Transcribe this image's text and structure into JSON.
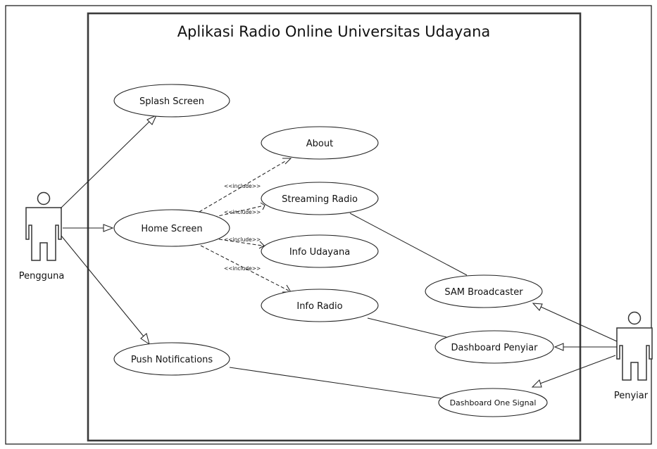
{
  "title": "Aplikasi Radio Online Universitas Udayana",
  "actors": {
    "pengguna": "Pengguna",
    "penyiar": "Penyiar"
  },
  "use_cases": {
    "splash_screen": "Splash Screen",
    "about": "About",
    "streaming_radio": "Streaming Radio",
    "home_screen": "Home Screen",
    "info_udayana": "Info Udayana",
    "info_radio": "Info Radio",
    "push_notifications": "Push Notifications",
    "sam_broadcaster": "SAM Broadcaster",
    "dashboard_penyiar": "Dashboard Penyiar",
    "dashboard_one_signal": "Dashboard One Signal"
  },
  "include_label": "<<include>>"
}
